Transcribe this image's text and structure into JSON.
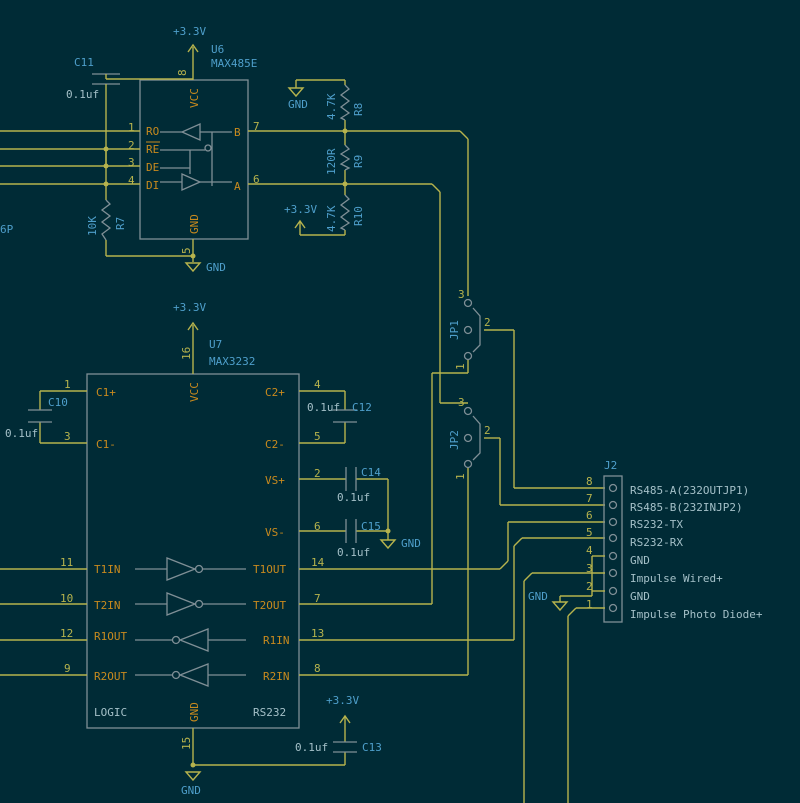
{
  "u6": {
    "ref": "U6",
    "value": "MAX485E",
    "pins_left": [
      {
        "num": "1",
        "name": "RO"
      },
      {
        "num": "2",
        "name": "RE"
      },
      {
        "num": "3",
        "name": "DE"
      },
      {
        "num": "4",
        "name": "DI"
      }
    ],
    "pin_vcc": "VCC",
    "pin_vcc_num": "8",
    "pin_gnd": "GND",
    "pin_gnd_num": "5",
    "pin_b": "B",
    "pin_b_num": "7",
    "pin_a": "A",
    "pin_a_num": "6"
  },
  "u7": {
    "ref": "U7",
    "value": "MAX3232",
    "pin_vcc": "VCC",
    "pin_vcc_num": "16",
    "pin_gnd": "GND",
    "pin_gnd_num": "15",
    "pins_left": [
      {
        "num": "1",
        "name": "C1+"
      },
      {
        "num": "3",
        "name": "C1-"
      },
      {
        "num": "11",
        "name": "T1IN"
      },
      {
        "num": "10",
        "name": "T2IN"
      },
      {
        "num": "12",
        "name": "R1OUT"
      },
      {
        "num": "9",
        "name": "R2OUT"
      }
    ],
    "pins_right": [
      {
        "num": "4",
        "name": "C2+"
      },
      {
        "num": "5",
        "name": "C2-"
      },
      {
        "num": "2",
        "name": "VS+"
      },
      {
        "num": "6",
        "name": "VS-"
      },
      {
        "num": "14",
        "name": "T1OUT"
      },
      {
        "num": "7",
        "name": "T2OUT"
      },
      {
        "num": "13",
        "name": "R1IN"
      },
      {
        "num": "8",
        "name": "R2IN"
      }
    ],
    "logic": "LOGIC",
    "rs232": "RS232"
  },
  "caps": {
    "c11": {
      "ref": "C11",
      "value": "0.1uf"
    },
    "c10": {
      "ref": "C10",
      "value": "0.1uf"
    },
    "c12": {
      "ref": "C12",
      "value": "0.1uf"
    },
    "c14": {
      "ref": "C14",
      "value": "0.1uf"
    },
    "c15": {
      "ref": "C15",
      "value": "0.1uf"
    },
    "c13": {
      "ref": "C13",
      "value": "0.1uf"
    }
  },
  "resistors": {
    "r7": {
      "ref": "R7",
      "value": "10K"
    },
    "r8": {
      "ref": "R8",
      "value": "4.7K"
    },
    "r9": {
      "ref": "R9",
      "value": "120R"
    },
    "r10": {
      "ref": "R10",
      "value": "4.7K"
    }
  },
  "jumpers": {
    "jp1": {
      "ref": "JP1",
      "pins": [
        "3",
        "2",
        "1"
      ]
    },
    "jp2": {
      "ref": "JP2",
      "pins": [
        "3",
        "2",
        "1"
      ]
    }
  },
  "power": {
    "v33": "+3.3V",
    "gnd": "GND"
  },
  "j2": {
    "ref": "J2",
    "pins": [
      {
        "num": "8",
        "label": "RS485-A(232OUTJP1)"
      },
      {
        "num": "7",
        "label": "RS485-B(232INJP2)"
      },
      {
        "num": "6",
        "label": "RS232-TX"
      },
      {
        "num": "5",
        "label": "RS232-RX"
      },
      {
        "num": "4",
        "label": "GND"
      },
      {
        "num": "3",
        "label": "Impulse Wired+"
      },
      {
        "num": "2",
        "label": "GND"
      },
      {
        "num": "1",
        "label": "Impulse Photo Diode+"
      }
    ]
  },
  "offpage_fragment": "6P"
}
